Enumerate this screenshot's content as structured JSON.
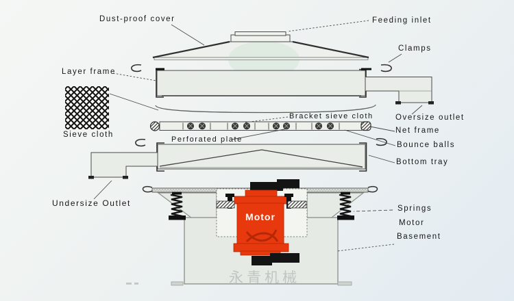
{
  "diagram": {
    "type": "technical-diagram",
    "subject": "rotary vibrating sieve machine structure",
    "labels": {
      "dust_proof_cover": "Dust-proof cover",
      "feeding_inlet": "Feeding inlet",
      "clamps": "Clamps",
      "layer_frame": "Layer frame",
      "sieve_cloth": "Sieve cloth",
      "bracket_sieve_cloth": "Bracket sieve cloth",
      "perforated_plate": "Perforated plate",
      "oversize_outlet": "Oversize outlet",
      "net_frame": "Net frame",
      "bounce_balls": "Bounce balls",
      "bottom_tray": "Bottom tray",
      "undersize_outlet": "Undersize Outlet",
      "springs": "Springs",
      "motor": "Motor",
      "basement": "Basement"
    },
    "motor_body_text": "Motor",
    "watermark": "永青机械",
    "bounce_ball_count": 8,
    "colors": {
      "motor_red": "#e8380d",
      "outline_dark": "#3a3a3a",
      "part_fill": "#e9ede8",
      "basement_outline": "#8f958f",
      "watermark_gray": "#b9bfba",
      "background_top_left": "#f4f6f4",
      "background_bottom_right": "#e2ebf2"
    }
  }
}
